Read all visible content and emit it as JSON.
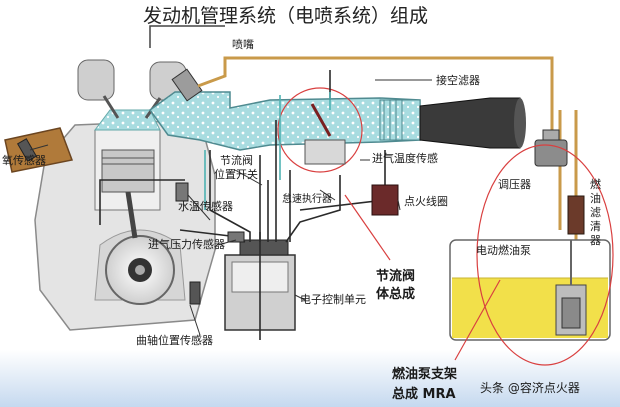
{
  "title": "发动机管理系统（电喷系统）组成",
  "labels": {
    "injector": "喷嘴",
    "air_filter": "接空滤器",
    "o2_sensor": "氧传感器",
    "throttle_switch_1": "节流阀",
    "throttle_switch_2": "位置开关",
    "intake_temp": "进气温度传感",
    "idle_actuator": "怠速执行器",
    "coolant_temp": "水温传感器",
    "ignition_coil": "点火线圈",
    "map_sensor": "进气压力传感器",
    "ecu": "电子控制单元",
    "crank_sensor": "曲轴位置传感器",
    "throttle_body_1": "节流阀",
    "throttle_body_2": "体总成",
    "regulator": "调压器",
    "fuel_filter_1": "燃",
    "fuel_filter_2": "油",
    "fuel_filter_3": "滤",
    "fuel_filter_4": "清",
    "fuel_filter_5": "器",
    "fuel_pump": "电动燃油泵",
    "pump_bracket_1": "燃油泵支架",
    "pump_bracket_2": "总成 MRA",
    "watermark": "头条 @容济点火器"
  },
  "colors": {
    "intake_air": "#9fd6db",
    "fuel": "#f2e04a",
    "fuel_line": "#c99a4a",
    "wire": "#2a2a2a",
    "accent_line": "#d94040",
    "footer": "#c9dcf0"
  }
}
